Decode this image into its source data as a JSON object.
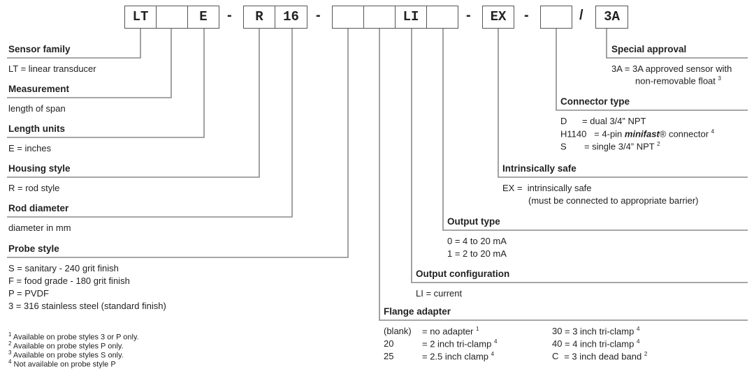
{
  "code_boxes": [
    "LT",
    "",
    "E",
    "R",
    "16",
    "",
    "",
    "LI",
    "",
    "EX",
    "",
    "3A"
  ],
  "separators": [
    "-",
    "-",
    "-",
    "-",
    "/"
  ],
  "sections": {
    "sensor_family": {
      "title": "Sensor family",
      "lines": [
        "LT = linear transducer"
      ]
    },
    "measurement": {
      "title": "Measurement",
      "lines": [
        "length of span"
      ]
    },
    "length_units": {
      "title": "Length units",
      "lines": [
        "E = inches"
      ]
    },
    "housing_style": {
      "title": "Housing style",
      "lines": [
        "R = rod style"
      ]
    },
    "rod_diameter": {
      "title": "Rod diameter",
      "lines": [
        "diameter in mm"
      ]
    },
    "probe_style": {
      "title": "Probe style",
      "lines": [
        "S = sanitary - 240 grit finish",
        "F = food grade - 180 grit finish",
        "P = PVDF",
        "3 = 316 stainless steel (standard finish)"
      ]
    },
    "special_approval": {
      "title": "Special approval",
      "line1": "3A = 3A approved sensor with",
      "line2": "non-removable float",
      "line2_sup": "3"
    },
    "connector_type": {
      "title": "Connector type",
      "d": "D      = dual 3/4” NPT",
      "h_pre": "H1140   = 4-pin ",
      "h_em": "minifast",
      "h_post": "® connector",
      "h_sup": "4",
      "s": "S       = single 3/4” NPT",
      "s_sup": "2"
    },
    "intrinsically_safe": {
      "title": "Intrinsically safe",
      "lines": [
        "EX =  intrinsically safe",
        "(must be connected to appropriate barrier)"
      ]
    },
    "output_type": {
      "title": "Output type",
      "lines": [
        "0 = 4 to 20 mA",
        "1 = 2 to 20 mA"
      ]
    },
    "output_configuration": {
      "title": "Output configuration",
      "lines": [
        "LI = current"
      ]
    },
    "flange_adapter": {
      "title": "Flange adapter",
      "left": [
        {
          "code": "(blank)",
          "desc": "= no adapter",
          "sup": "1"
        },
        {
          "code": "20",
          "desc": "= 2 inch tri-clamp",
          "sup": "4"
        },
        {
          "code": "25",
          "desc": "= 2.5 inch clamp",
          "sup": "4"
        }
      ],
      "right": [
        {
          "code": "30",
          "desc": "= 3 inch tri-clamp",
          "sup": "4"
        },
        {
          "code": "40",
          "desc": "= 4 inch tri-clamp",
          "sup": "4"
        },
        {
          "code": "C",
          "desc": "  = 3 inch dead band",
          "sup": "2"
        }
      ]
    }
  },
  "footnotes": [
    {
      "num": "1",
      "text": "Available on probe styles 3 or P only."
    },
    {
      "num": "2",
      "text": "Available on probe styles P only."
    },
    {
      "num": "3",
      "text": "Available on probe styles S only."
    },
    {
      "num": "4",
      "text": "Not available on probe style P"
    }
  ]
}
